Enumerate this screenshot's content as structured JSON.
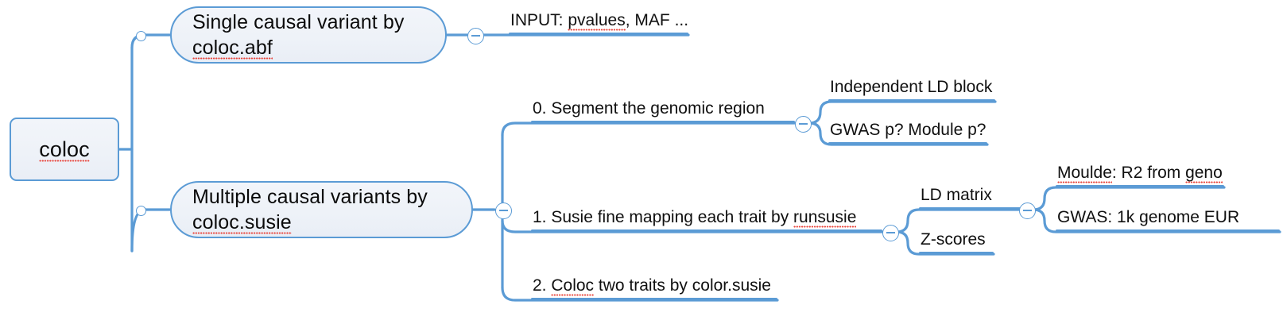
{
  "diagram": {
    "type": "mind-map",
    "title": "coloc",
    "colors": {
      "branch": "#5b9bd5",
      "node_fill": "#eef2f8",
      "node_border": "#5b9bd5",
      "text": "#101010",
      "spellcheck_underline": "#e8453c"
    }
  },
  "root": {
    "label": "coloc",
    "misspelled": "coloc"
  },
  "branches": [
    {
      "id": "coloc-abf",
      "label": "Single causal variant by\ncoloc.abf",
      "line1": "Single causal variant by",
      "line2": "coloc.abf",
      "misspelled": "coloc.abf",
      "toggle": "collapse-toggle",
      "children": [
        {
          "id": "input",
          "label": "INPUT: pvalues, MAF ...",
          "prefix": "INPUT: ",
          "misspelled": "pvalues",
          "suffix": ", MAF ..."
        }
      ]
    },
    {
      "id": "coloc-susie",
      "label": "Multiple causal variants by\ncoloc.susie",
      "line1": "Multiple causal variants by",
      "line2": "coloc.susie",
      "misspelled": "coloc.susie",
      "toggle": "collapse-toggle",
      "children": [
        {
          "id": "step-0",
          "label": "0. Segment the genomic region",
          "toggle": "collapse-toggle",
          "children": [
            {
              "id": "ld-block",
              "label": "Independent LD block"
            },
            {
              "id": "gwas-module-p",
              "label": "GWAS p? Module p?"
            }
          ]
        },
        {
          "id": "step-1",
          "prefix": "1. Susie fine mapping each trait by ",
          "misspelled": "runsusie",
          "suffix": "",
          "label": "1. Susie fine mapping each trait by runsusie",
          "toggle": "collapse-toggle",
          "children": [
            {
              "id": "ld-matrix",
              "label": "LD matrix",
              "toggle": "collapse-toggle",
              "children": [
                {
                  "id": "moulde-r2",
                  "label": "Moulde: R2 from geno",
                  "misspelled": "Moulde",
                  "middle": ": R2 from ",
                  "misspelled2": "geno"
                },
                {
                  "id": "gwas-1k",
                  "label": "GWAS: 1k genome EUR"
                }
              ]
            },
            {
              "id": "z-scores",
              "label": "Z-scores"
            }
          ]
        },
        {
          "id": "step-2",
          "prefix": "2. ",
          "misspelled": "Coloc",
          "suffix": " two traits by color.susie",
          "label": "2. Coloc two traits by color.susie"
        }
      ]
    }
  ]
}
